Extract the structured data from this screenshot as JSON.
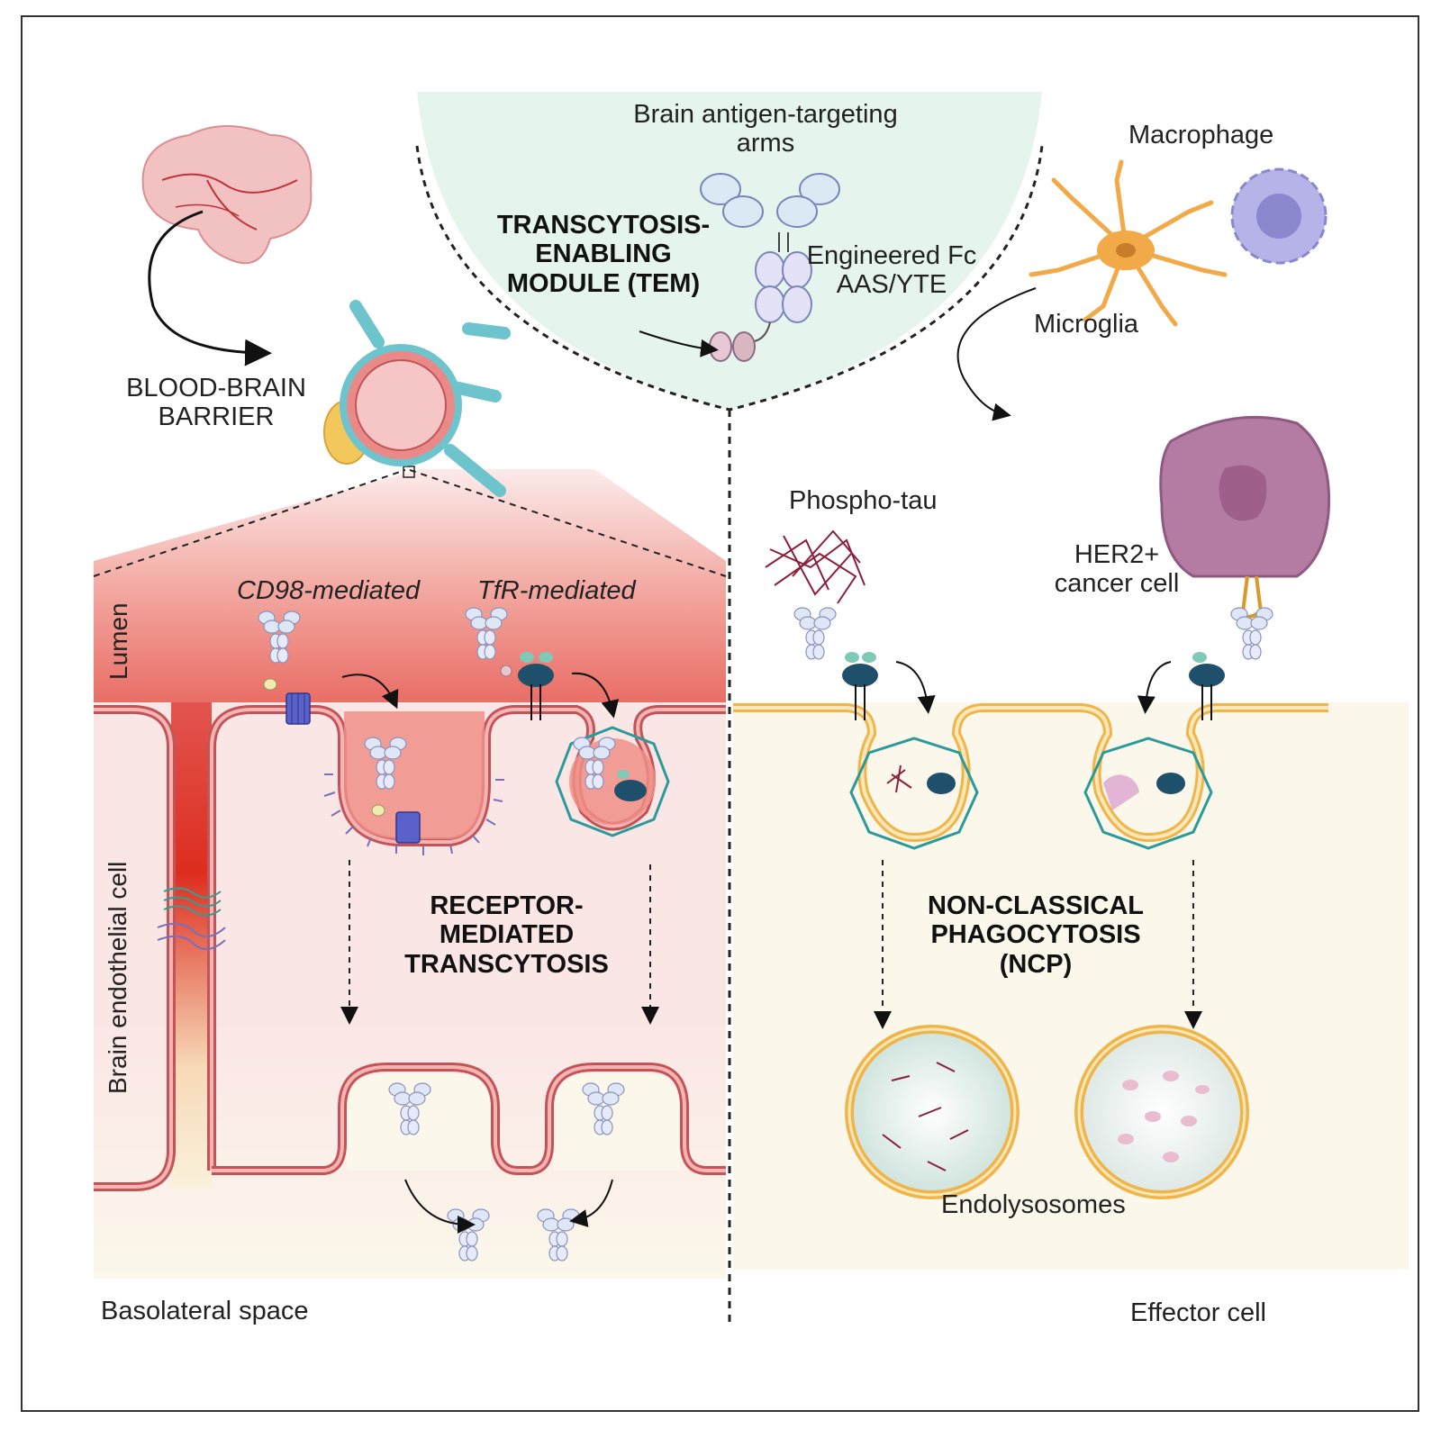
{
  "labels": {
    "brain_targeting": [
      "Brain antigen-targeting",
      "arms"
    ],
    "tem": [
      "TRANSCYTOSIS-",
      "ENABLING",
      "MODULE (TEM)"
    ],
    "engineered_fc": [
      "Engineered Fc",
      "AAS/YTE"
    ],
    "macrophage": "Macrophage",
    "microglia": "Microglia",
    "bbb": [
      "BLOOD-BRAIN",
      "BARRIER"
    ],
    "cd98": "CD98-mediated",
    "tfr": "TfR-mediated",
    "lumen": "Lumen",
    "brain_endothelial": "Brain endothelial cell",
    "rmt": [
      "RECEPTOR-",
      "MEDIATED",
      "TRANSCYTOSIS"
    ],
    "basolateral": "Basolateral space",
    "phospho_tau": "Phospho-tau",
    "her2": [
      "HER2+",
      "cancer cell"
    ],
    "ncp": [
      "NON-CLASSICAL",
      "PHAGOCYTOSIS",
      "(NCP)"
    ],
    "endolysosomes": "Endolysosomes",
    "effector": "Effector cell"
  },
  "colors": {
    "lumen_top": "#ec7f75",
    "cell_pink": "#fbe6e6",
    "membrane_red": "#c25458",
    "membrane_gold": "#f0b54a",
    "effector_bg": "#fbf7ea",
    "tem_bg": "#e6f4ee",
    "cancer_purple": "#b57ca3",
    "microglia_orange": "#f2a947",
    "macrophage_lilac": "#b5b3e8"
  }
}
